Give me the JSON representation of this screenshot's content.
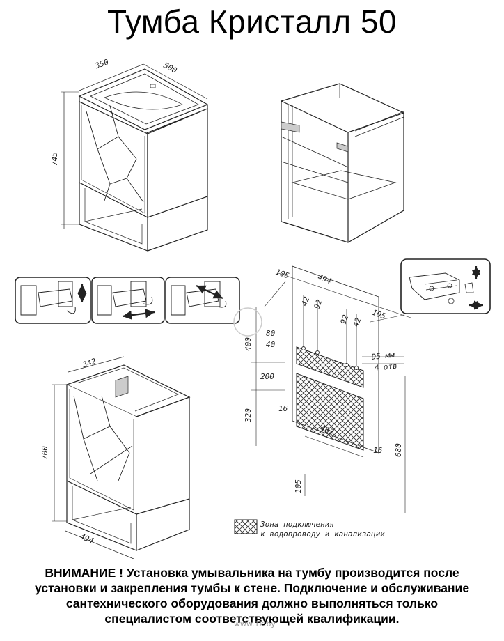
{
  "title": "Тумба Кристалл 50",
  "dims": {
    "top_depth": "350",
    "top_width": "500",
    "height": "745",
    "rear_width": "342",
    "rear_height": "700",
    "front_width": "494",
    "sheet_width": "494",
    "left_offset": "105",
    "right_offset": "105",
    "hole_left_a": "42",
    "hole_left_b": "92",
    "hole_right_a": "92",
    "hole_right_b": "42",
    "v_80": "80",
    "v_40": "40",
    "v_400": "400",
    "v_200": "200",
    "v_320": "320",
    "v_16_left": "16",
    "zone_width": "462",
    "v_16_right": "16",
    "v_680": "680",
    "v_105": "105",
    "holes_line1": "D5 мм",
    "holes_line2": "4 отв"
  },
  "legend": {
    "line1": "Зона подключения",
    "line2": "к водопроводу и канализации"
  },
  "notice": {
    "line1": "ВНИМАНИЕ ! Установка умывальника на тумбу производится после",
    "line2": "установки и закрепления тумбы к стене. Подключение и обслуживание",
    "line3": "сантехнического оборудования должно выполняться только",
    "line4": "специалистом соответствующей квалификации."
  },
  "watermark": "www.1k.by"
}
